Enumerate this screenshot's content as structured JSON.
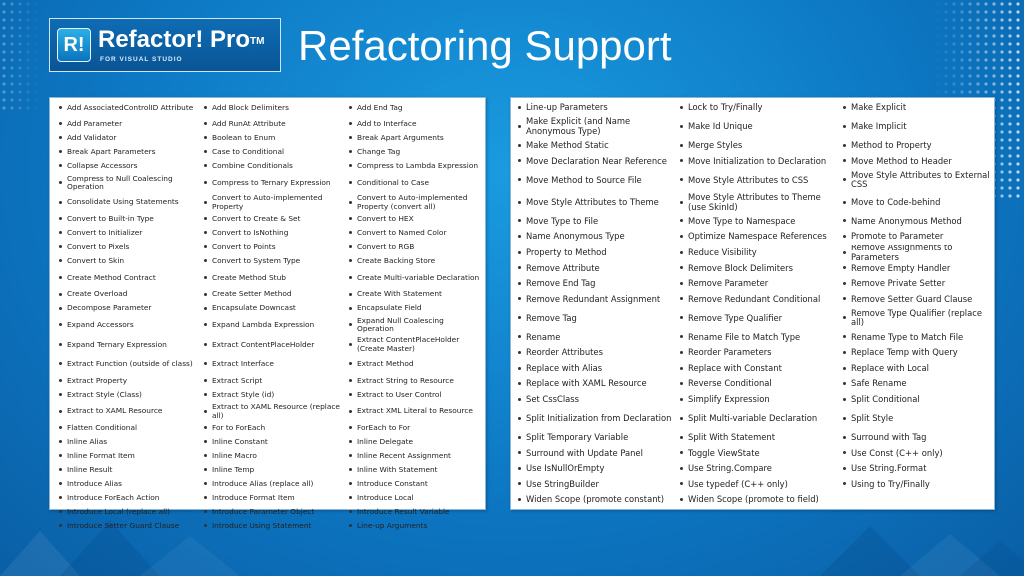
{
  "logo": {
    "badge": "R!",
    "name": "Refactor! Pro",
    "trademark": "TM",
    "subtitle": "FOR VISUAL STUDIO"
  },
  "slide": {
    "title": "Refactoring Support"
  },
  "left_panel": {
    "rows": [
      [
        "Add AssociatedControlID Attribute",
        "Add Block Delimiters",
        "Add End Tag"
      ],
      [
        "Add Parameter",
        "Add RunAt Attribute",
        "Add to Interface"
      ],
      [
        "Add Validator",
        "Boolean to Enum",
        "Break Apart Arguments"
      ],
      [
        "Break Apart Parameters",
        "Case to Conditional",
        "Change Tag"
      ],
      [
        "Collapse Accessors",
        "Combine Conditionals",
        "Compress to Lambda Expression"
      ],
      [
        "Compress to Null Coalescing Operation",
        "Compress to Ternary Expression",
        "Conditional to Case"
      ],
      [
        "Consolidate Using Statements",
        "Convert to Auto-implemented Property",
        "Convert to Auto-implemented Property (convert all)"
      ],
      [
        "Convert to Built-in Type",
        "Convert to Create & Set",
        "Convert to HEX"
      ],
      [
        "Convert to Initializer",
        "Convert to IsNothing",
        "Convert to Named Color"
      ],
      [
        "Convert to Pixels",
        "Convert to Points",
        "Convert to RGB"
      ],
      [
        "Convert to Skin",
        "Convert to System Type",
        "Create Backing Store"
      ],
      [
        "Create Method Contract",
        "Create Method Stub",
        "Create Multi-variable Declaration"
      ],
      [
        "Create Overload",
        "Create Setter Method",
        "Create With Statement"
      ],
      [
        "Decompose Parameter",
        "Encapsulate Downcast",
        "Encapsulate Field"
      ],
      [
        "Expand Accessors",
        "Expand Lambda Expression",
        "Expand Null Coalescing Operation"
      ],
      [
        "Expand Ternary Expression",
        "Extract ContentPlaceHolder",
        "Extract ContentPlaceHolder (Create Master)"
      ],
      [
        "Extract Function (outside of class)",
        "Extract Interface",
        "Extract Method"
      ],
      [
        "Extract Property",
        "Extract Script",
        "Extract String to Resource"
      ],
      [
        "Extract Style (Class)",
        "Extract Style (id)",
        "Extract to User Control"
      ],
      [
        "Extract to XAML Resource",
        "Extract to XAML Resource (replace all)",
        "Extract XML Literal to Resource"
      ],
      [
        "Flatten Conditional",
        "For to ForEach",
        "ForEach to For"
      ],
      [
        "Inline Alias",
        "Inline Constant",
        "Inline Delegate"
      ],
      [
        "Inline Format Item",
        "Inline Macro",
        "Inline Recent Assignment"
      ],
      [
        "Inline Result",
        "Inline Temp",
        "Inline With Statement"
      ],
      [
        "Introduce Alias",
        "Introduce Alias (replace all)",
        "Introduce Constant"
      ],
      [
        "Introduce ForEach Action",
        "Introduce Format Item",
        "Introduce Local"
      ],
      [
        "Introduce Local (replace all)",
        "Introduce Parameter Object",
        "Introduce Result Variable"
      ],
      [
        "Introduce Setter Guard Clause",
        "Introduce Using Statement",
        "Line-up Arguments"
      ]
    ]
  },
  "right_panel": {
    "rows": [
      [
        "Line-up Parameters",
        "Lock to Try/Finally",
        "Make Explicit"
      ],
      [
        "Make Explicit (and Name Anonymous Type)",
        "Make Id Unique",
        "Make Implicit"
      ],
      [
        "Make Method Static",
        "Merge Styles",
        "Method to Property"
      ],
      [
        "Move Declaration Near Reference",
        "Move Initialization to Declaration",
        "Move Method to Header"
      ],
      [
        "Move Method to Source File",
        "Move Style Attributes to CSS",
        "Move Style Attributes to External CSS"
      ],
      [
        "Move Style Attributes to Theme",
        "Move Style Attributes to Theme (use SkinId)",
        "Move to Code-behind"
      ],
      [
        "Move Type to File",
        "Move Type to Namespace",
        "Name Anonymous Method"
      ],
      [
        "Name Anonymous Type",
        "Optimize Namespace References",
        "Promote to Parameter"
      ],
      [
        "Property to Method",
        "Reduce Visibility",
        "Remove Assignments to Parameters"
      ],
      [
        "Remove Attribute",
        "Remove Block Delimiters",
        "Remove Empty Handler"
      ],
      [
        "Remove End Tag",
        "Remove Parameter",
        "Remove Private Setter"
      ],
      [
        "Remove Redundant Assignment",
        "Remove Redundant Conditional",
        "Remove Setter Guard Clause"
      ],
      [
        "Remove Tag",
        "Remove Type Qualifier",
        "Remove Type Qualifier (replace all)"
      ],
      [
        "Rename",
        "Rename File to Match Type",
        "Rename Type to Match File"
      ],
      [
        "Reorder Attributes",
        "Reorder Parameters",
        "Replace Temp with Query"
      ],
      [
        "Replace with Alias",
        "Replace with Constant",
        "Replace with Local"
      ],
      [
        "Replace with XAML Resource",
        "Reverse Conditional",
        "Safe Rename"
      ],
      [
        "Set CssClass",
        "Simplify Expression",
        "Split Conditional"
      ],
      [
        "Split Initialization from Declaration",
        "Split Multi-variable Declaration",
        "Split Style"
      ],
      [
        "Split Temporary Variable",
        "Split With Statement",
        "Surround with Tag"
      ],
      [
        "Surround with Update Panel",
        "Toggle ViewState",
        "Use Const (C++ only)"
      ],
      [
        "Use IsNullOrEmpty",
        "Use String.Compare",
        "Use String.Format"
      ],
      [
        "Use StringBuilder",
        "Use typedef (C++ only)",
        "Using to Try/Finally"
      ],
      [
        "Widen Scope (promote constant)",
        "Widen Scope (promote to field)",
        ""
      ]
    ]
  }
}
